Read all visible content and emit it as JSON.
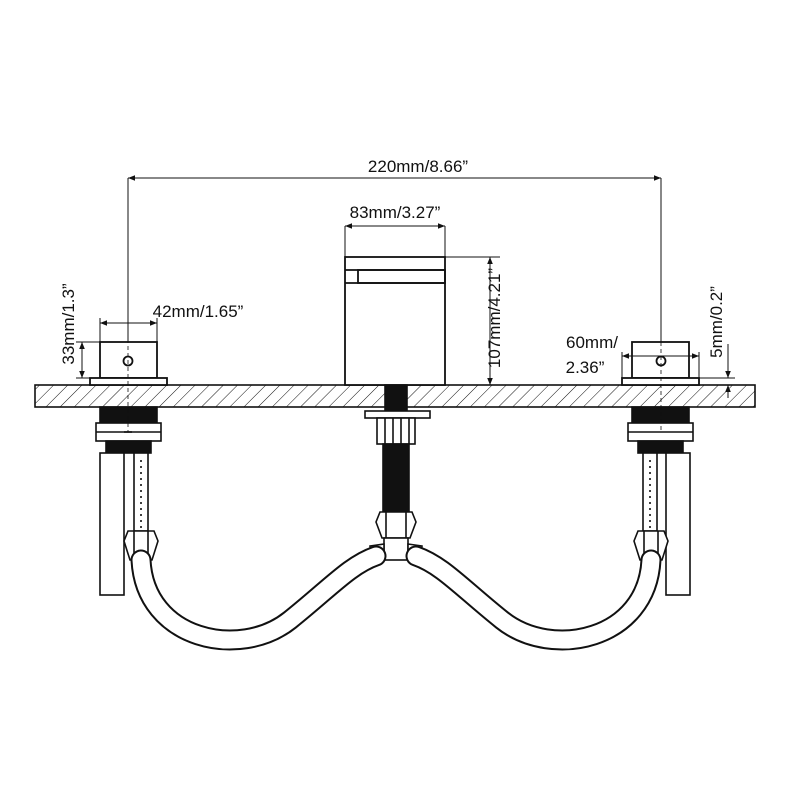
{
  "dimensions": {
    "overall_spread": "220mm/8.66”",
    "spout_width": "83mm/3.27”",
    "spout_height": "107mm/4.21”",
    "handle_width": "42mm/1.65”",
    "handle_height": "33mm/1.3”",
    "flange_diameter_line1": "60mm/",
    "flange_diameter_line2": "2.36”",
    "flange_thickness": "5mm/0.2”"
  },
  "colors": {
    "line": "#111111",
    "background": "#ffffff"
  }
}
